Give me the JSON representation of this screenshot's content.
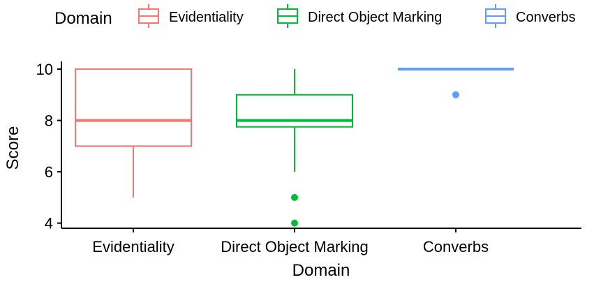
{
  "chart_data": {
    "type": "boxplot",
    "xlabel": "Domain",
    "ylabel": "Score",
    "ylim": [
      3.8,
      10.3
    ],
    "yticks": [
      4,
      6,
      8,
      10
    ],
    "grid": false,
    "legend": {
      "title": "Domain",
      "placement": "top"
    },
    "categories": [
      "Evidentiality",
      "Direct Object Marking",
      "Converbs"
    ],
    "colors": {
      "Evidentiality": "#F8766D",
      "Direct Object Marking": "#00BA38",
      "Converbs": "#619CFF"
    },
    "boxes": [
      {
        "name": "Evidentiality",
        "min": 5,
        "q1": 7,
        "median": 8,
        "q3": 10,
        "max": 10,
        "outliers": []
      },
      {
        "name": "Direct Object Marking",
        "min": 6,
        "q1": 7.75,
        "median": 8,
        "q3": 9,
        "max": 10,
        "outliers": [
          5,
          4
        ]
      },
      {
        "name": "Converbs",
        "min": 10,
        "q1": 10,
        "median": 10,
        "q3": 10,
        "max": 10,
        "outliers": [
          9
        ]
      }
    ]
  }
}
